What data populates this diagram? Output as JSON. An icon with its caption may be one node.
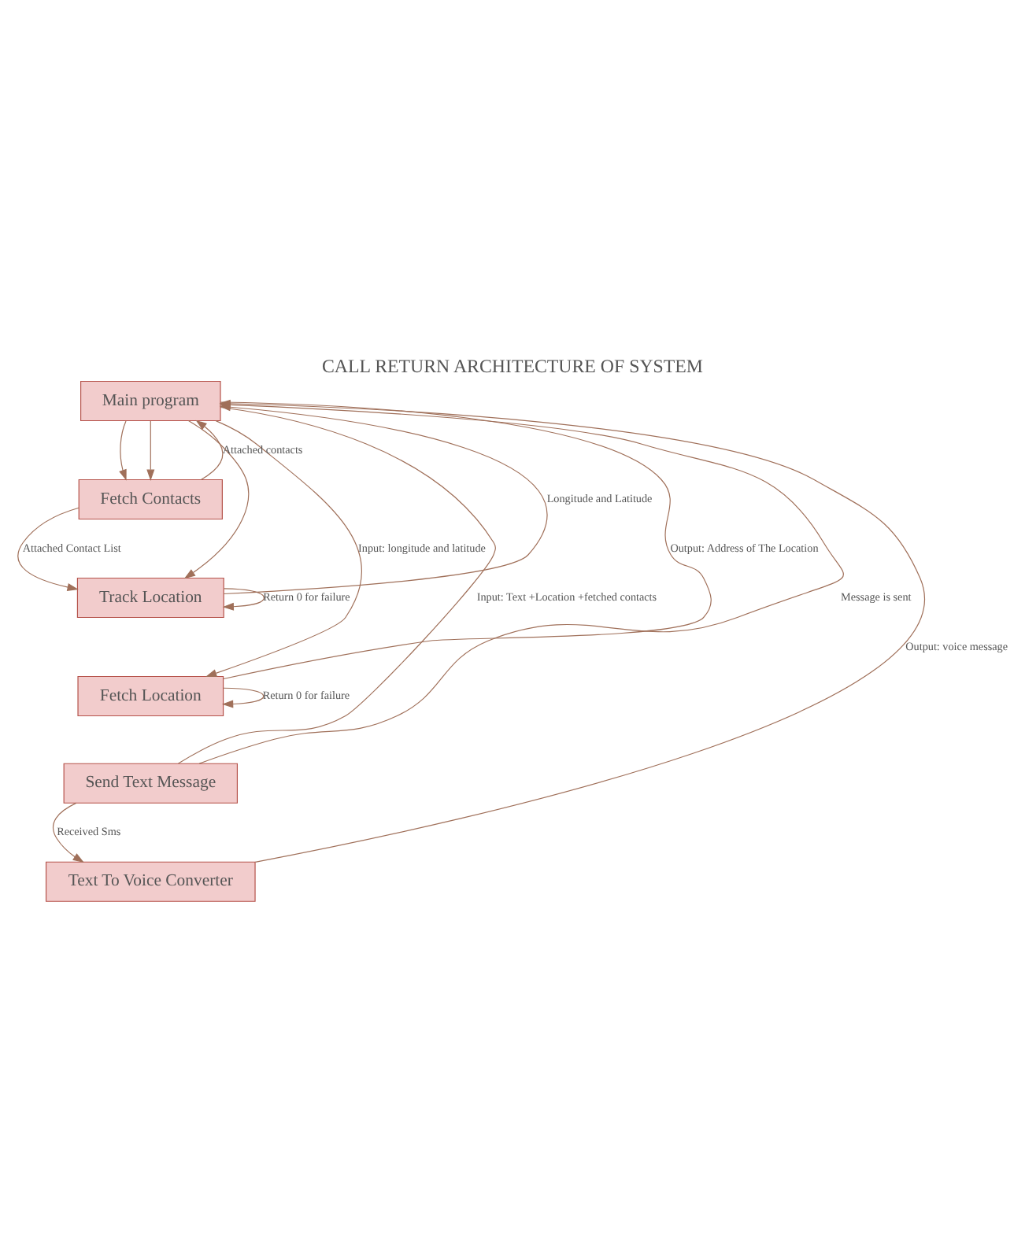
{
  "diagram": {
    "title": "CALL RETURN ARCHITECTURE OF SYSTEM",
    "nodes": [
      {
        "text": [
          "Main program"
        ]
      },
      {
        "text": [
          "Fetch Contacts"
        ]
      },
      {
        "text": [
          "Track Location"
        ]
      },
      {
        "text": [
          "Fetch Location"
        ]
      },
      {
        "text": [
          "Send Text Message"
        ]
      },
      {
        "text": [
          "Text To Voice Converter"
        ]
      }
    ],
    "edges": [
      {
        "from": 0,
        "to": 1,
        "arrow": "to"
      },
      {
        "from": 0,
        "to": 1,
        "arrow": "to"
      },
      {
        "from": 1,
        "to": 0,
        "arrow": "to",
        "label": "Attached contacts"
      },
      {
        "from": 1,
        "to": 2,
        "arrow": "to",
        "label": "Attached Contact List"
      },
      {
        "from": 0,
        "to": 2,
        "arrow": "to"
      },
      {
        "from": 2,
        "to": 0,
        "arrow": "to",
        "label": "Longitude and Latitude"
      },
      {
        "from": 2,
        "to": 2,
        "arrow": "to",
        "label": "Return 0 for failure"
      },
      {
        "from": 0,
        "to": 3,
        "arrow": "to",
        "label": "Input: longitude and latitude"
      },
      {
        "from": 3,
        "to": 0,
        "arrow": "none",
        "label": "Output: Address of The Location"
      },
      {
        "from": 3,
        "to": 3,
        "arrow": "to",
        "label": "Return 0 for failure"
      },
      {
        "from": 0,
        "to": 4,
        "arrow": "none",
        "label": "Input: Text +Location +fetched contacts"
      },
      {
        "from": 4,
        "to": 0,
        "arrow": "to",
        "label": "Message is sent"
      },
      {
        "from": 4,
        "to": 5,
        "arrow": "to",
        "label": "Received Sms"
      },
      {
        "from": 5,
        "to": 0,
        "arrow": "to",
        "label": "Output: voice message"
      }
    ]
  }
}
